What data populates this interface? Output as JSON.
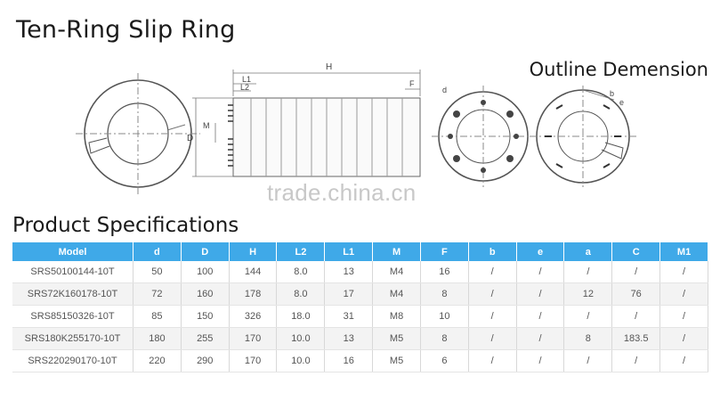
{
  "page": {
    "title": "Ten-Ring Slip Ring",
    "outline_title": "Outline Demension",
    "spec_title": "Product Specifications",
    "watermark": "trade.china.cn"
  },
  "drawing": {
    "labels": {
      "H": "H",
      "L1": "L1",
      "L2": "L2",
      "F": "F",
      "M": "M",
      "D": "D",
      "d": "d",
      "b": "b",
      "e": "e"
    }
  },
  "table": {
    "headers": [
      "Model",
      "d",
      "D",
      "H",
      "L2",
      "L1",
      "M",
      "F",
      "b",
      "e",
      "a",
      "C",
      "M1"
    ],
    "rows": [
      [
        "SRS50100144-10T",
        "50",
        "100",
        "144",
        "8.0",
        "13",
        "M4",
        "16",
        "/",
        "/",
        "/",
        "/",
        "/"
      ],
      [
        "SRS72K160178-10T",
        "72",
        "160",
        "178",
        "8.0",
        "17",
        "M4",
        "8",
        "/",
        "/",
        "12",
        "76",
        "/"
      ],
      [
        "SRS85150326-10T",
        "85",
        "150",
        "326",
        "18.0",
        "31",
        "M8",
        "10",
        "/",
        "/",
        "/",
        "/",
        "/"
      ],
      [
        "SRS180K255170-10T",
        "180",
        "255",
        "170",
        "10.0",
        "13",
        "M5",
        "8",
        "/",
        "/",
        "8",
        "183.5",
        "/"
      ],
      [
        "SRS220290170-10T",
        "220",
        "290",
        "170",
        "10.0",
        "16",
        "M5",
        "6",
        "/",
        "/",
        "/",
        "/",
        "/"
      ]
    ]
  },
  "colors": {
    "header_bg": "#3fa9e8",
    "header_text": "#ffffff",
    "alt_row": "#f3f3f3"
  }
}
